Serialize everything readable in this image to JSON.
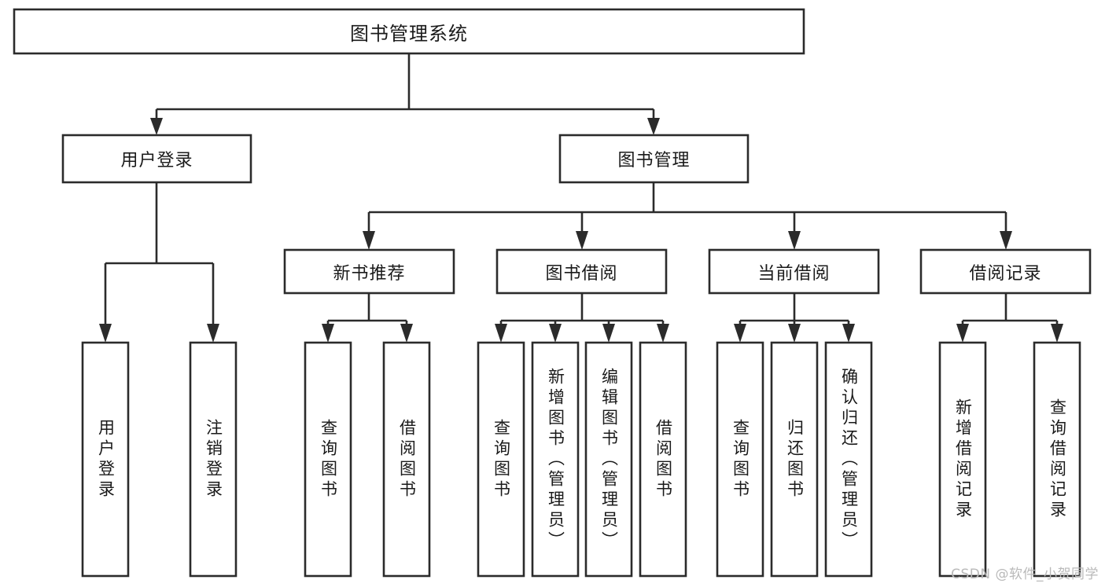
{
  "diagram": {
    "type": "tree-hierarchy",
    "title": "图书管理系统",
    "watermark": "CSDN @软件_小贺同学",
    "colors": {
      "box_border": "#2b2b2b",
      "box_fill": "#ffffff",
      "connector": "#2b2b2b",
      "text": "#1a1a1a",
      "watermark": "#b9b9b9",
      "background": "#ffffff"
    },
    "root": {
      "label": "图书管理系统",
      "orientation": "horizontal"
    },
    "level2": [
      {
        "label": "用户登录",
        "orientation": "horizontal"
      },
      {
        "label": "图书管理",
        "orientation": "horizontal"
      }
    ],
    "level3": [
      {
        "label": "新书推荐",
        "orientation": "horizontal"
      },
      {
        "label": "图书借阅",
        "orientation": "horizontal"
      },
      {
        "label": "当前借阅",
        "orientation": "horizontal"
      },
      {
        "label": "借阅记录",
        "orientation": "horizontal"
      }
    ],
    "leaves": {
      "user_login": [
        {
          "label": "用户登录",
          "orientation": "vertical"
        },
        {
          "label": "注销登录",
          "orientation": "vertical"
        }
      ],
      "new_book_recommend": [
        {
          "label": "查询图书",
          "orientation": "vertical"
        },
        {
          "label": "借阅图书",
          "orientation": "vertical"
        }
      ],
      "book_borrow": [
        {
          "label": "查询图书",
          "orientation": "vertical"
        },
        {
          "label": "新增图书（管理员）",
          "orientation": "vertical"
        },
        {
          "label": "编辑图书（管理员）",
          "orientation": "vertical"
        },
        {
          "label": "借阅图书",
          "orientation": "vertical"
        }
      ],
      "current_borrow": [
        {
          "label": "查询图书",
          "orientation": "vertical"
        },
        {
          "label": "归还图书",
          "orientation": "vertical"
        },
        {
          "label": "确认归还（管理员）",
          "orientation": "vertical"
        }
      ],
      "borrow_record": [
        {
          "label": "新增借阅记录",
          "orientation": "vertical"
        },
        {
          "label": "查询借阅记录",
          "orientation": "vertical"
        }
      ]
    }
  }
}
